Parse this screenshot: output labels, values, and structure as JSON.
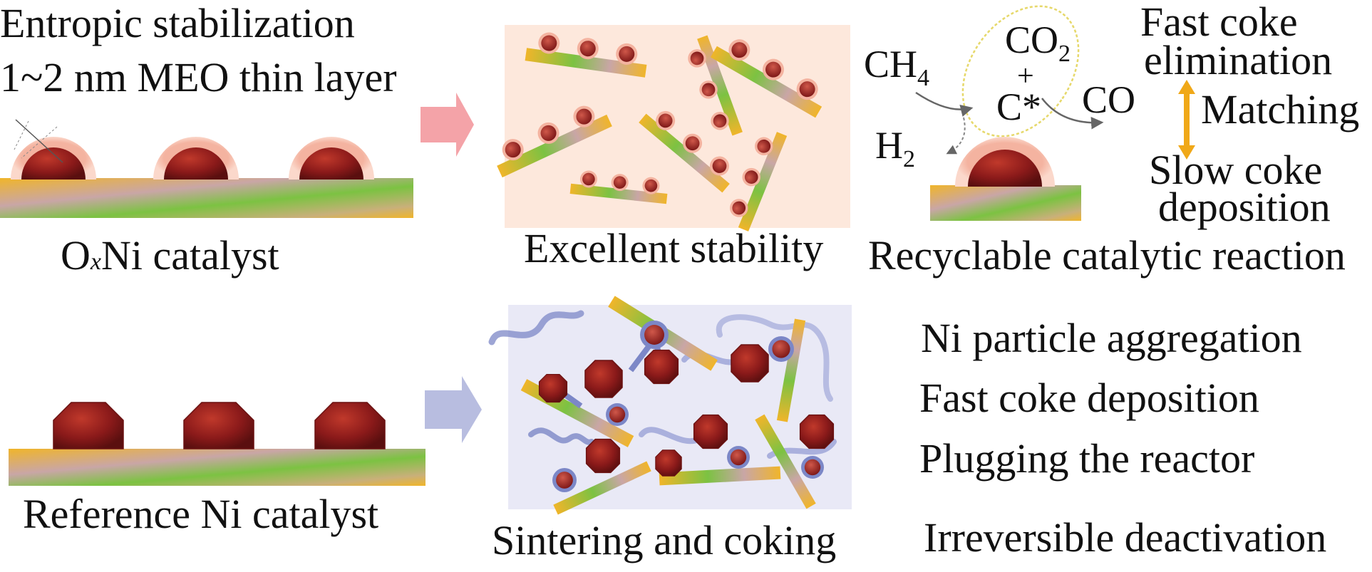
{
  "top": {
    "intro_line1": "Entropic stabilization",
    "intro_line2": "1~2 nm MEO thin layer",
    "catalyst_label_O": "O",
    "catalyst_label_x": "x",
    "catalyst_label_rest": "Ni catalyst",
    "panel_caption": "Excellent stability",
    "reaction_caption": "Recyclable catalytic reaction",
    "fast_line1": "Fast coke",
    "fast_line2": "elimination",
    "matching": "Matching",
    "slow_line1": "Slow coke",
    "slow_line2": "deposition",
    "chem": {
      "ch4_main": "CH",
      "ch4_sub": "4",
      "co2_main": "CO",
      "co2_sub": "2",
      "plus": "+",
      "cstar": "C*",
      "co": "CO",
      "h2_main": "H",
      "h2_sub": "2"
    }
  },
  "bottom": {
    "catalyst_label": "Reference Ni catalyst",
    "panel_caption": "Sintering and coking",
    "outcomes": [
      "Ni particle aggregation",
      "Fast coke deposition",
      "Plugging the reactor",
      "Irreversible deactivation"
    ]
  },
  "colors": {
    "support_gold": "#f0b52a",
    "support_green": "#7cc242",
    "support_mauve": "#c9a6a6",
    "particle_red": "#8b1a1a",
    "shell_pink": "#f4b3a0",
    "arrow_pink": "#f4a3a8",
    "arrow_lavender": "#b8bde0",
    "panel_peach": "#fde8dc",
    "panel_lavender": "#e9e9f6",
    "coke_blue": "#7c87c7",
    "reaction_arrow_gold": "#f0a818",
    "ellipse_yellow": "#e6d86a"
  }
}
